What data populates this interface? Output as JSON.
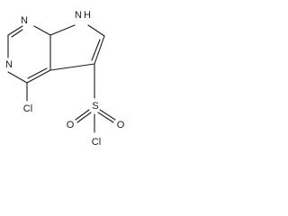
{
  "structure": {
    "atoms": {
      "n1": "N",
      "n3": "N",
      "nh": "H",
      "cl4": "Cl",
      "s": "S",
      "o1": "O",
      "o2": "O",
      "cl_s": "Cl"
    }
  },
  "colors": {
    "ink": "#1a1a1a",
    "background": "#ffffff"
  }
}
